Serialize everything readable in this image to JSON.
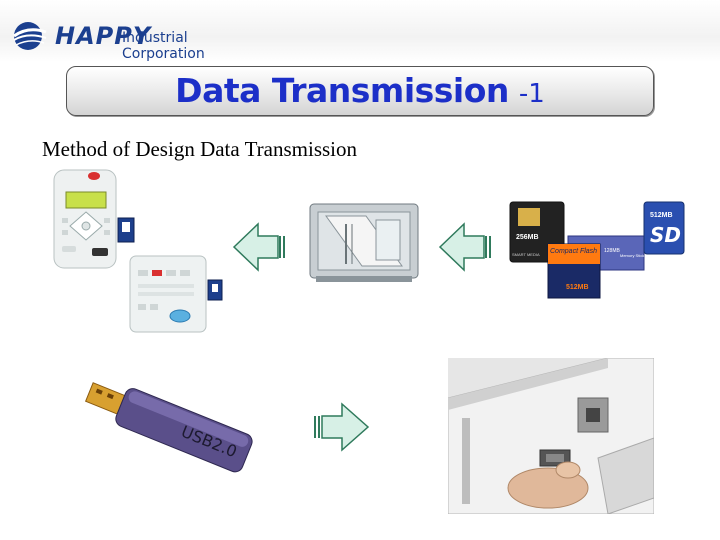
{
  "logo": {
    "brand": "HAPPY",
    "subtitle": "Industrial Corporation"
  },
  "title": {
    "main": "Data Transmission",
    "suffix": "-1"
  },
  "subtitle": "Method of Design Data Transmission",
  "usb_label": "USB2.0",
  "cards": {
    "smart_media_capacity": "256MB",
    "smart_media_name": "SMART MEDIA",
    "cf_name": "Compact Flash",
    "cf_capacity": "512MB",
    "memory_stick_capacity": "128MB",
    "memory_stick_name": "Memory Stick",
    "sd_capacity": "512MB",
    "sd_name": "SD"
  },
  "colors": {
    "title": "#1c2fc8",
    "logo": "#1b3f8f",
    "arrow_fill": "#d7f0e6",
    "arrow_stroke": "#2f7a5c"
  }
}
